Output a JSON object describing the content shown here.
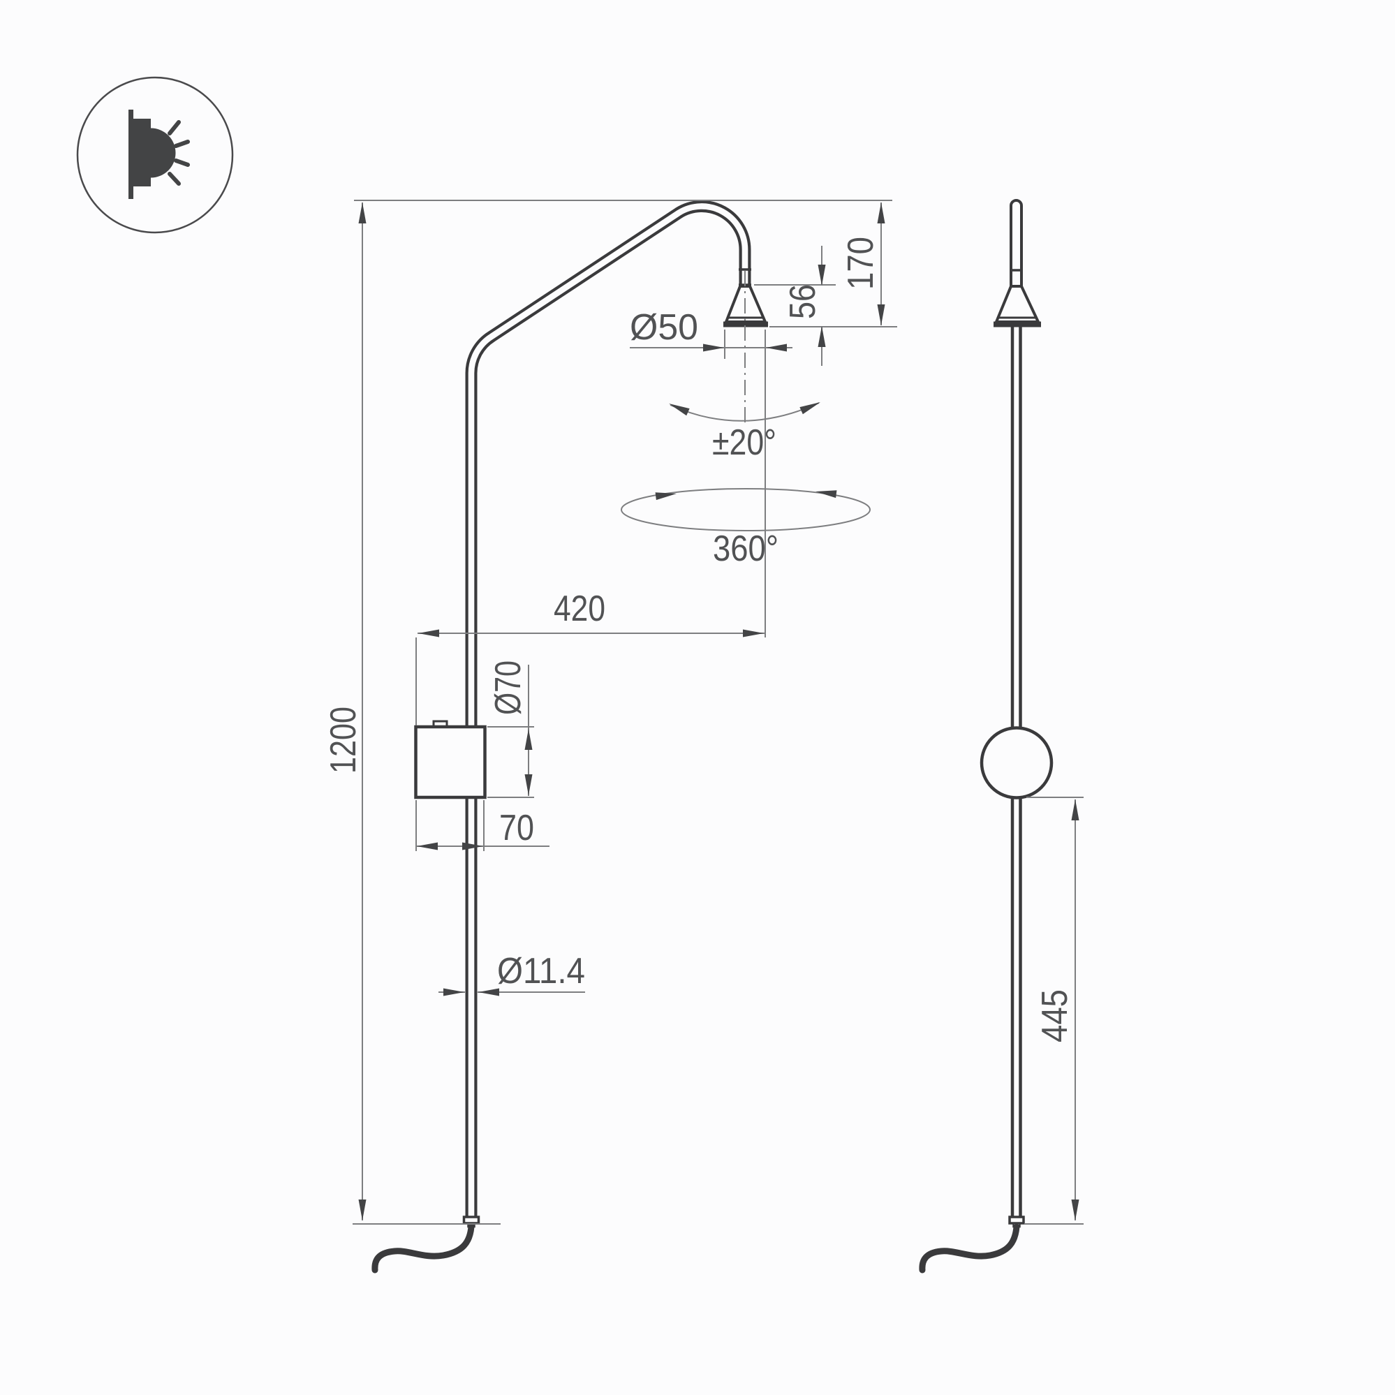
{
  "page": {
    "background": "#fcfcfd",
    "type": "technical-drawing"
  },
  "logo": {
    "name": "wall-light-icon"
  },
  "colors": {
    "outline": "#3a3a3c",
    "dimension_lines": "#7d7e80",
    "arrowheads": "#434446",
    "text": "#515254",
    "background": "#fcfcfd"
  },
  "views": {
    "front": {
      "dimensions": {
        "total_height": "1200",
        "arm_reach": "420",
        "head_diameter": "Ø50",
        "head_cone_height": "56",
        "head_drop": "170",
        "tilt_angle": "±20°",
        "rotation": "360°",
        "driver_diameter": "Ø70",
        "driver_width": "70",
        "tube_diameter": "Ø11.4"
      }
    },
    "side": {
      "dimensions": {
        "lower_section_height": "445"
      }
    }
  }
}
